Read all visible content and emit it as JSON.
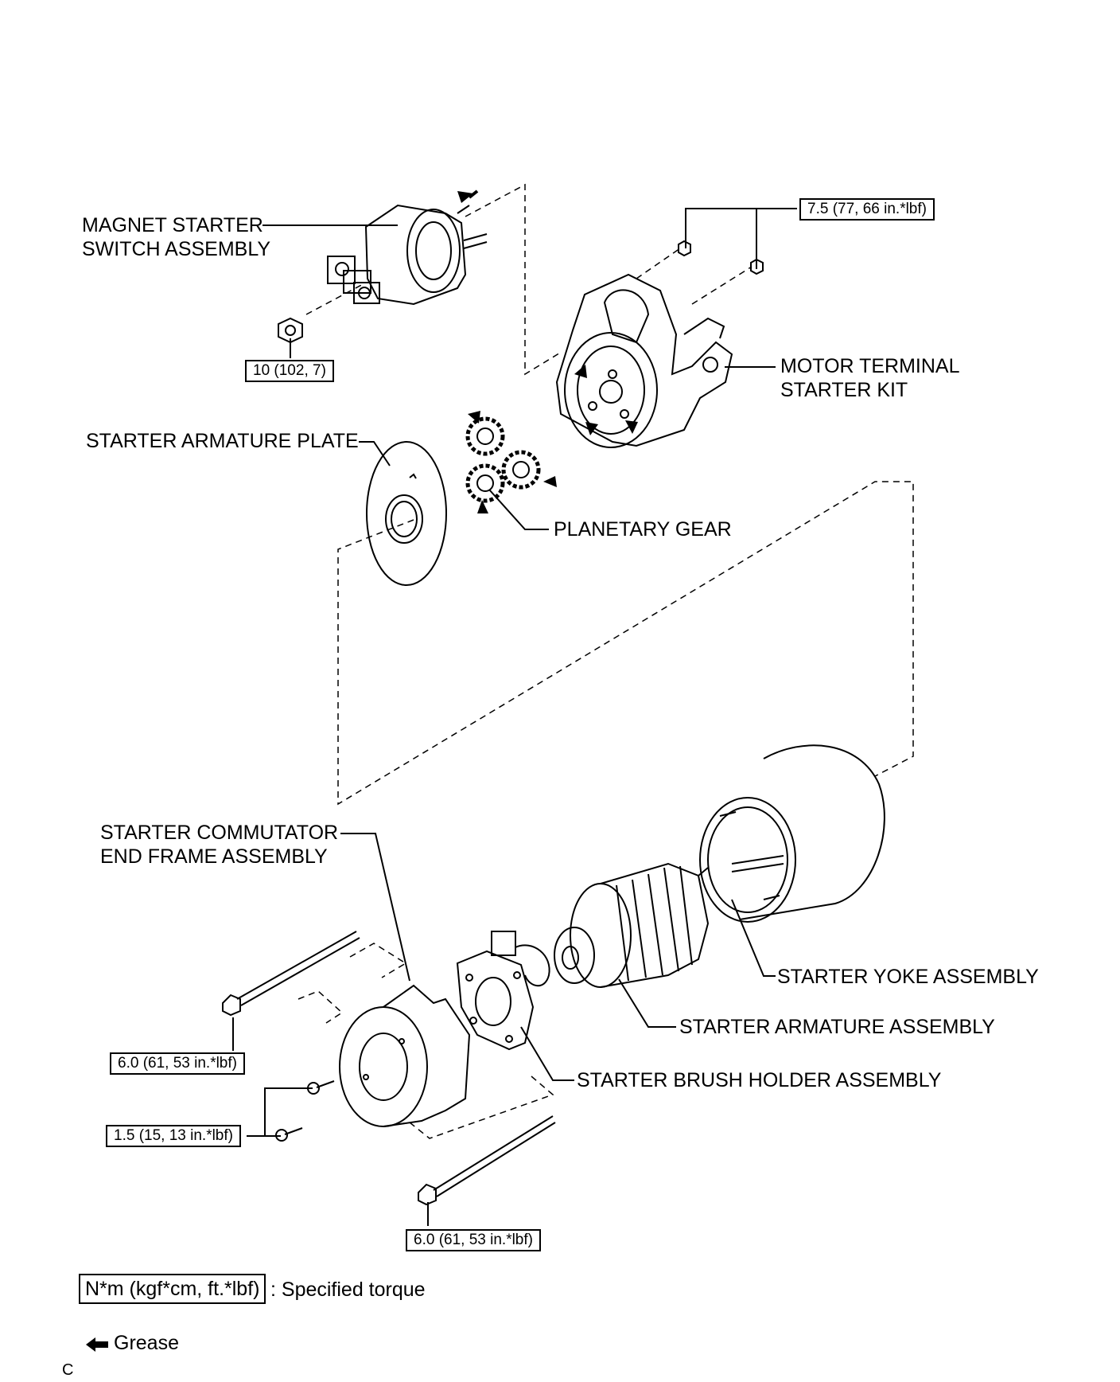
{
  "labels": {
    "magnet_starter_line1": "MAGNET STARTER",
    "magnet_starter_line2": "SWITCH ASSEMBLY",
    "motor_terminal_line1": "MOTOR TERMINAL",
    "motor_terminal_line2": "STARTER KIT",
    "armature_plate": "STARTER ARMATURE PLATE",
    "planetary_gear": "PLANETARY GEAR",
    "commutator_line1": "STARTER COMMUTATOR",
    "commutator_line2": "END FRAME ASSEMBLY",
    "yoke": "STARTER YOKE ASSEMBLY",
    "armature_assembly": "STARTER ARMATURE ASSEMBLY",
    "brush_holder": "STARTER BRUSH HOLDER ASSEMBLY"
  },
  "torques": {
    "motor_terminal_nuts": "7.5 (77, 66 in.*lbf)",
    "magnet_switch_nut": "10 (102, 7)",
    "through_bolt_left": "6.0 (61, 53 in.*lbf)",
    "screws": "1.5 (15, 13 in.*lbf)",
    "through_bolt_bottom": "6.0 (61, 53 in.*lbf)"
  },
  "legend": {
    "torque_unit_box": "N*m (kgf*cm, ft.*lbf)",
    "torque_desc": ": Specified torque",
    "grease_text": "Grease"
  },
  "footer": {
    "code": "C"
  }
}
